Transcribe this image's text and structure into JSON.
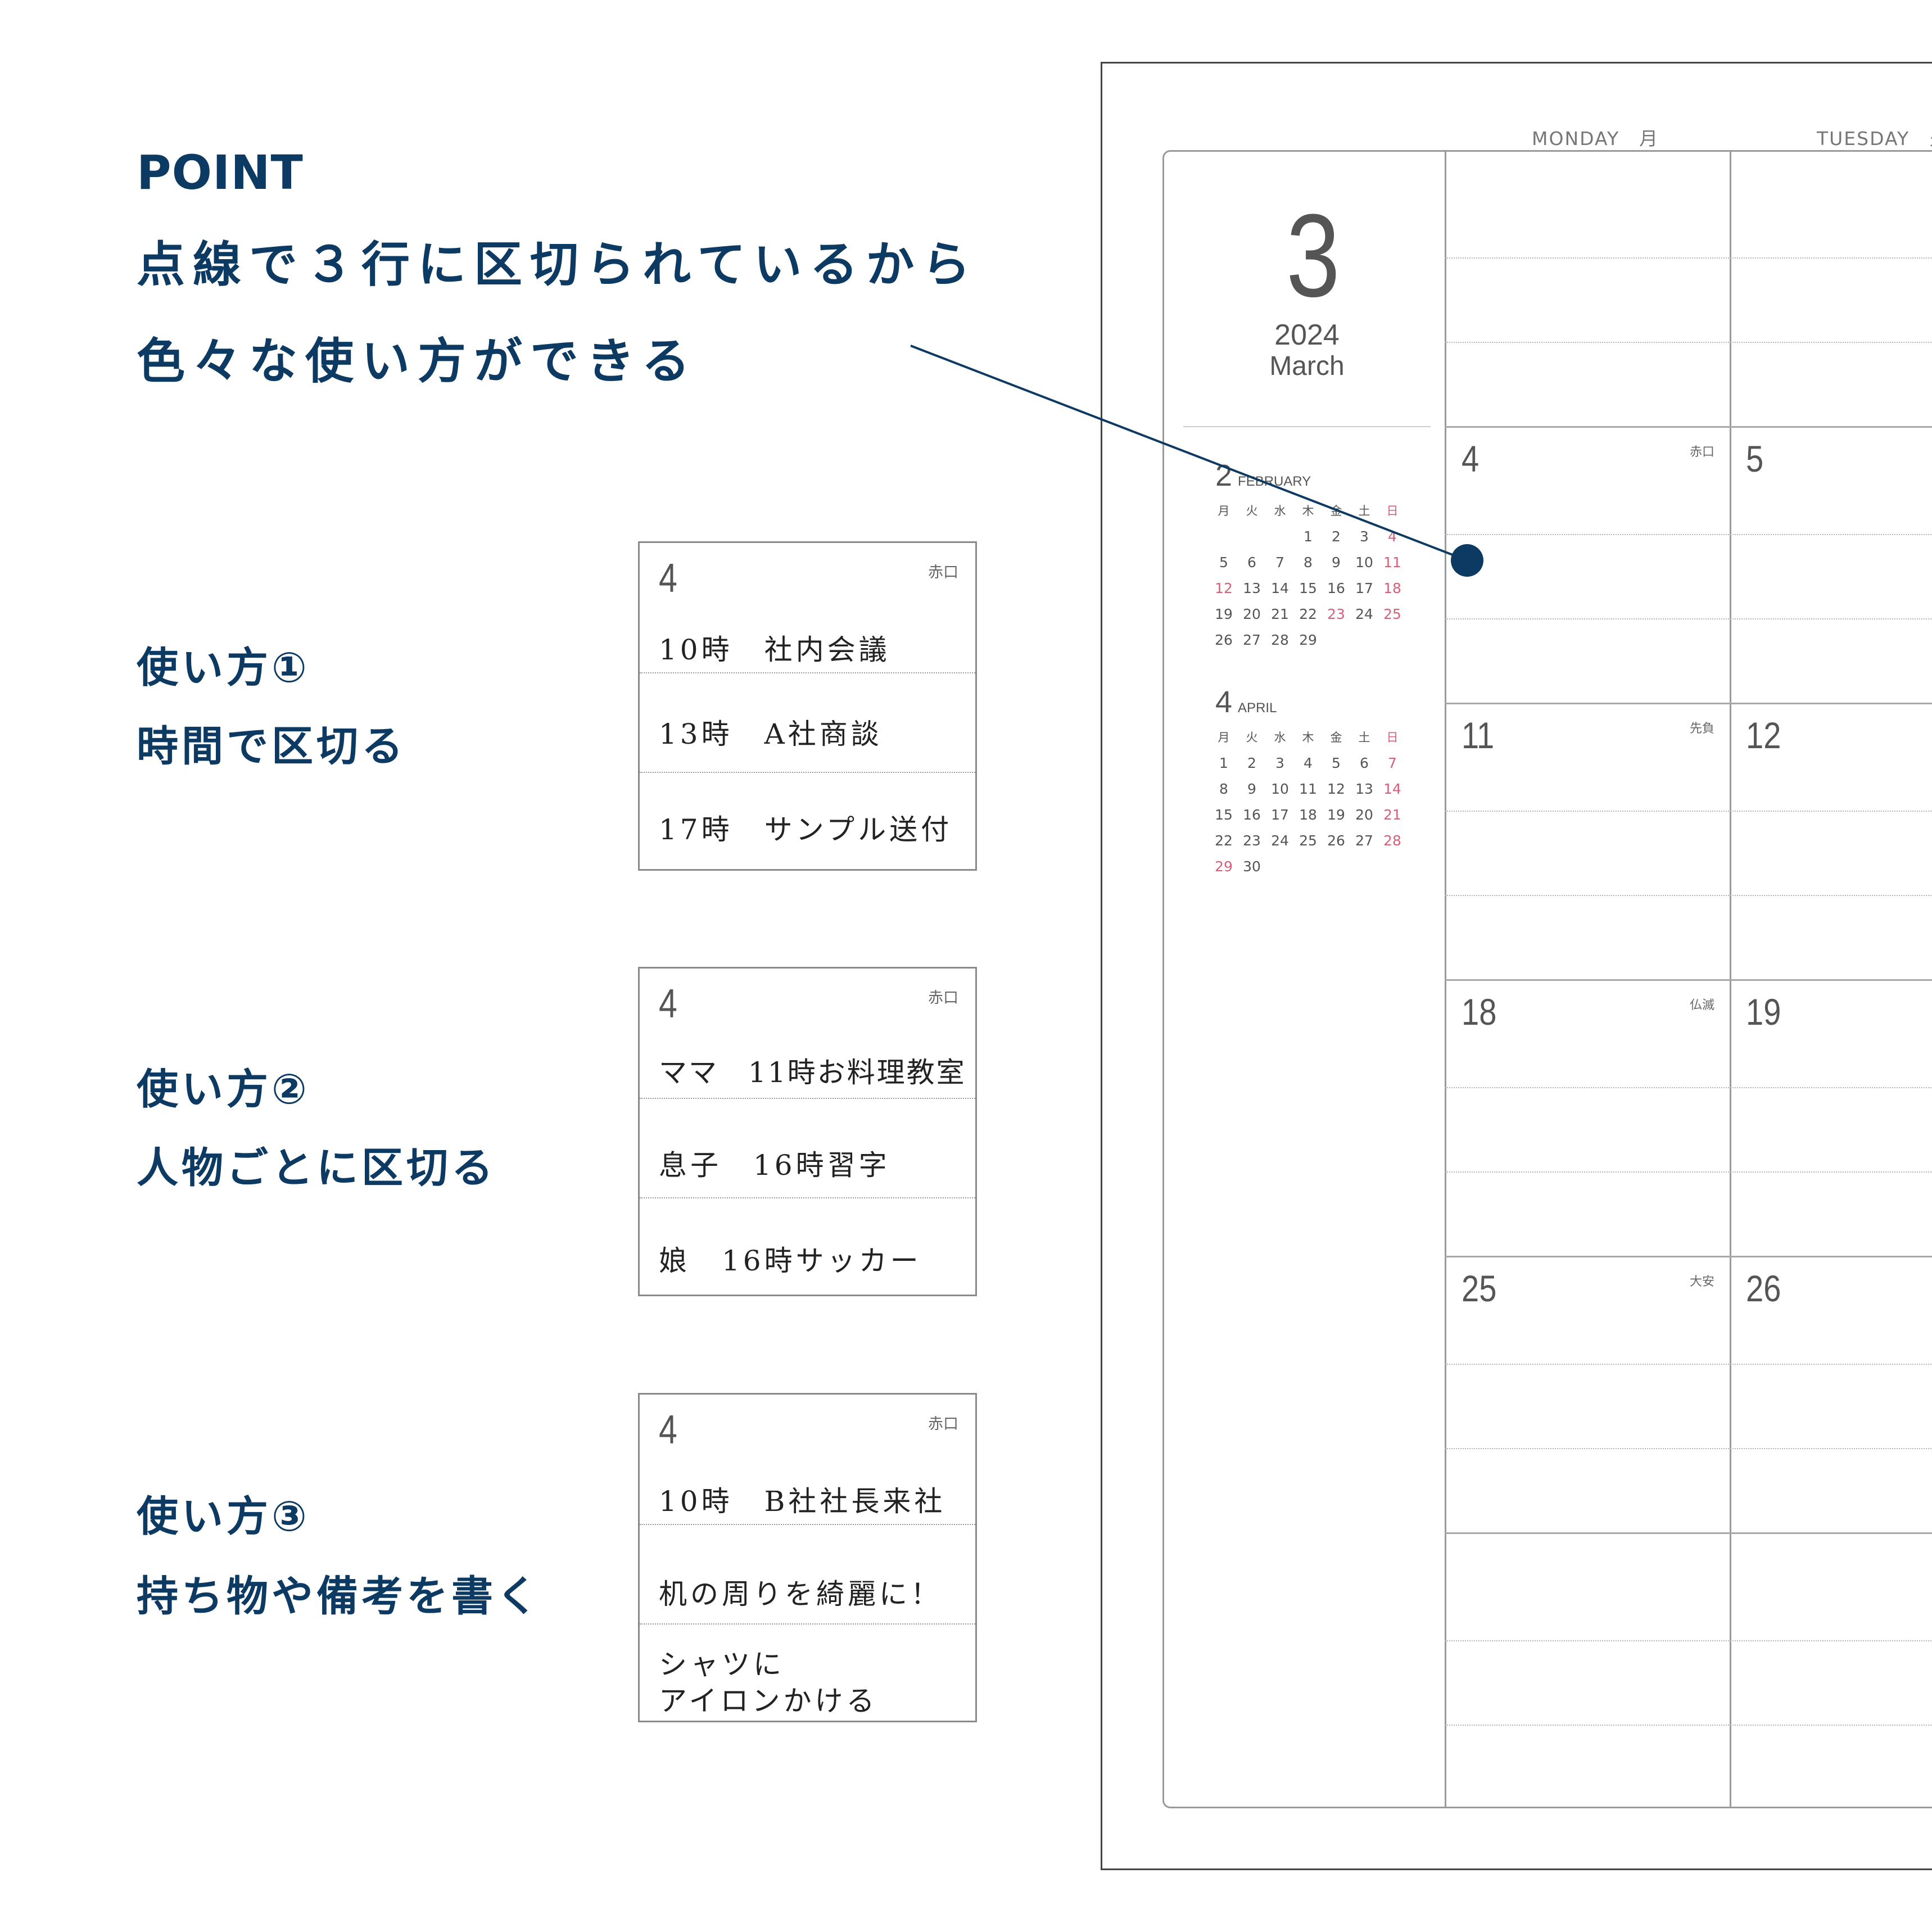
{
  "headline": {
    "point_label": "POINT",
    "line1": "点線で３行に区切られているから",
    "line2": "色々な使い方ができる"
  },
  "colors": {
    "accent": "#0d3a63",
    "holiday": "#d4607a",
    "grid": "#9a9a9a"
  },
  "usages": [
    {
      "title": "使い方①",
      "subtitle": "時間で区切る"
    },
    {
      "title": "使い方②",
      "subtitle": "人物ごとに区切る"
    },
    {
      "title": "使い方③",
      "subtitle": "持ち物や備考を書く"
    }
  ],
  "examples": [
    {
      "date": "4",
      "rokuyo": "赤口",
      "rows": [
        "10時　社内会議",
        "13時　A社商談",
        "17時　サンプル送付"
      ]
    },
    {
      "date": "4",
      "rokuyo": "赤口",
      "rows": [
        "ママ　11時お料理教室",
        "息子　16時習字",
        "娘　16時サッカー"
      ]
    },
    {
      "date": "4",
      "rokuyo": "赤口",
      "rows": [
        "10時　B社社長来社",
        "机の周りを綺麗に！",
        "シャツに",
        "アイロンかける"
      ]
    }
  ],
  "planner": {
    "day_headers": [
      "MONDAY　月",
      "TUESDAY　火"
    ],
    "month_number": "3",
    "year": "2024",
    "month_name": "March",
    "dates": [
      {
        "mon": "4",
        "mon_rokuyo": "赤口",
        "tue": "5"
      },
      {
        "mon": "11",
        "mon_rokuyo": "先負",
        "tue": "12"
      },
      {
        "mon": "18",
        "mon_rokuyo": "仏滅",
        "tue": "19"
      },
      {
        "mon": "25",
        "mon_rokuyo": "大安",
        "tue": "26"
      }
    ],
    "mini_calendars": [
      {
        "number": "2",
        "name": "FEBRUARY",
        "weekdays": [
          "月",
          "火",
          "水",
          "木",
          "金",
          "土",
          "日"
        ],
        "weeks": [
          [
            "",
            "",
            "",
            "1",
            "2",
            "3",
            "4"
          ],
          [
            "5",
            "6",
            "7",
            "8",
            "9",
            "10",
            "11"
          ],
          [
            "12",
            "13",
            "14",
            "15",
            "16",
            "17",
            "18"
          ],
          [
            "19",
            "20",
            "21",
            "22",
            "23",
            "24",
            "25"
          ],
          [
            "26",
            "27",
            "28",
            "29",
            "",
            "",
            ""
          ]
        ],
        "holidays": [
          "12",
          "23"
        ]
      },
      {
        "number": "4",
        "name": "APRIL",
        "weekdays": [
          "月",
          "火",
          "水",
          "木",
          "金",
          "土",
          "日"
        ],
        "weeks": [
          [
            "1",
            "2",
            "3",
            "4",
            "5",
            "6",
            "7"
          ],
          [
            "8",
            "9",
            "10",
            "11",
            "12",
            "13",
            "14"
          ],
          [
            "15",
            "16",
            "17",
            "18",
            "19",
            "20",
            "21"
          ],
          [
            "22",
            "23",
            "24",
            "25",
            "26",
            "27",
            "28"
          ],
          [
            "29",
            "30",
            "",
            "",
            "",
            "",
            ""
          ]
        ],
        "holidays": [
          "29"
        ]
      }
    ]
  }
}
